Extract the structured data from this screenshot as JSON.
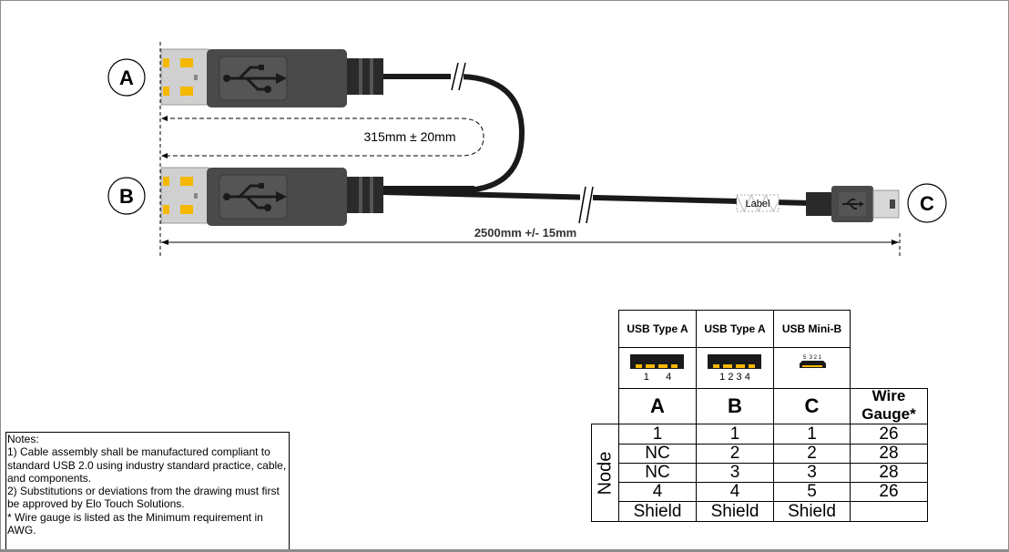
{
  "connectors": {
    "a_label": "A",
    "b_label": "B",
    "c_label": "C",
    "cable_label": "Label"
  },
  "dimensions": {
    "branch_length": "315mm ± 20mm",
    "total_length": "2500mm +/- 15mm"
  },
  "notes": {
    "title": "Notes:",
    "lines": [
      "1) Cable assembly shall be manufactured compliant to standard USB 2.0 using industry standard practice, cable, and components.",
      "2) Substitutions or deviations from the drawing must first be approved by Elo Touch Solutions.",
      "* Wire gauge is listed as the Minimum requirement in AWG."
    ]
  },
  "pinout_table": {
    "connector_types": [
      "USB Type A",
      "USB Type A",
      "USB Mini-B"
    ],
    "pin_diagram_labels": [
      "1      4",
      "1 2 3 4",
      "5  3 2 1"
    ],
    "column_headers": [
      "A",
      "B",
      "C"
    ],
    "gauge_header": "Wire Gauge*",
    "row_group_label": "Node",
    "rows": [
      {
        "a": "1",
        "b": "1",
        "c": "1",
        "gauge": "26"
      },
      {
        "a": "NC",
        "b": "2",
        "c": "2",
        "gauge": "28"
      },
      {
        "a": "NC",
        "b": "3",
        "c": "3",
        "gauge": "28"
      },
      {
        "a": "4",
        "b": "4",
        "c": "5",
        "gauge": "26"
      },
      {
        "a": "Shield",
        "b": "Shield",
        "c": "Shield",
        "gauge": ""
      }
    ]
  },
  "colors": {
    "connector_body": "#4a4a4a",
    "contact_gold": "#f5b800",
    "cable": "#1a1a1a"
  }
}
